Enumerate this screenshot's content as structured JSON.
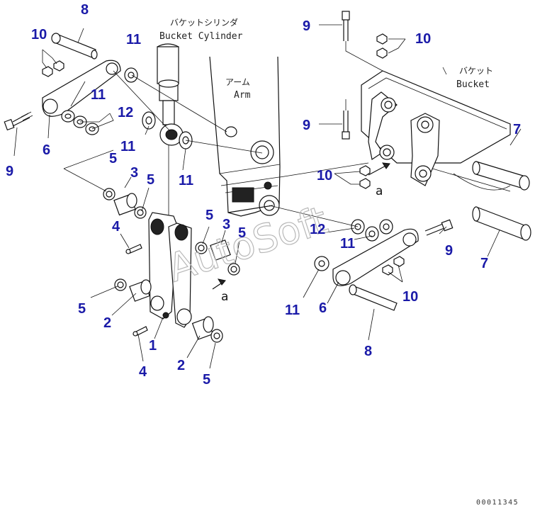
{
  "labels": {
    "bucket_cylinder_jp": "バケットシリンダ",
    "bucket_cylinder_en": "Bucket Cylinder",
    "arm_jp": "アーム",
    "arm_en": "Arm",
    "bucket_jp": "バケット",
    "bucket_en": "Bucket",
    "ref_a": "a"
  },
  "watermark": "AutoSoft",
  "doc_number": "00011345",
  "callouts": {
    "c8_top": "8",
    "c10_top_left": "10",
    "c11_top_left": "11",
    "c11_mid_left": "11",
    "c12_left": "12",
    "c6_left": "6",
    "c9_left": "9",
    "c5_left": "5",
    "c3_left": "3",
    "c5_left2": "5",
    "c11_cyl_a": "11",
    "c11_cyl_b": "11",
    "c4_left": "4",
    "c5_center": "5",
    "c3_center": "3",
    "c5_center2": "5",
    "c5_lower_left": "5",
    "c2_lower_left": "2",
    "c1": "1",
    "c4_bottom": "4",
    "c2_bottom": "2",
    "c5_bottom": "5",
    "c9_top_right": "9",
    "c10_top_right": "10",
    "c9_mid_right": "9",
    "c10_mid_right": "10",
    "c7_upper_right": "7",
    "c7_lower_right": "7",
    "c12_right": "12",
    "c11_right_a": "11",
    "c11_right_b": "11",
    "c9_right": "9",
    "c6_right": "6",
    "c10_right": "10",
    "c8_bottom": "8"
  }
}
